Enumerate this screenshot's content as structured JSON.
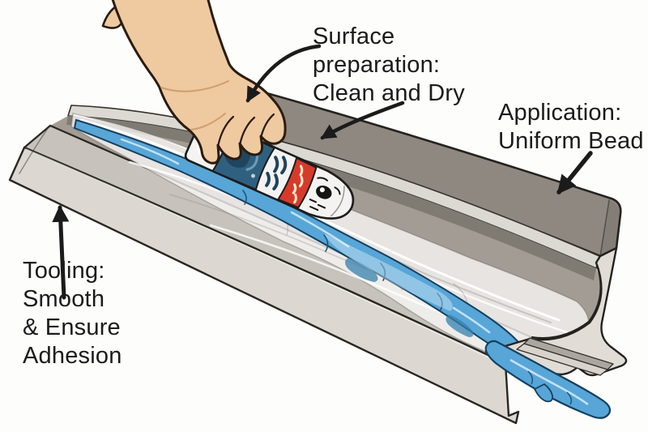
{
  "figure": {
    "description": "Cartoon illustration of a hand applying a bead of blue sealant from a cartridge into a long gray metal channel lined with protective film",
    "background": "#ffffff"
  },
  "annotations": {
    "surface_preparation": {
      "label": "Surface\npreparation:\nClean and Dry"
    },
    "application": {
      "label": "Application:\nUniform Bead"
    },
    "tooling": {
      "label": "Tooling:\nSmooth\n& Ensure\nAdhesion"
    }
  },
  "scene": {
    "parts": [
      "hand-holding-cartridge",
      "sealant-cartridge",
      "sealant-bead",
      "bead-end-blob",
      "channel-back-rail",
      "channel-lip",
      "channel-interior",
      "protective-film",
      "front-ledge",
      "channel-end-profile"
    ],
    "colors": {
      "bead_blue": "#57a6d7",
      "bead_outline": "#14405f",
      "bead_highlight": "#cfe8f7",
      "rail_gray": "#8e8881",
      "lip_light": "#dcd8d2",
      "body_beige": "#dcd8d1",
      "ledge_gray": "#c7c3bc",
      "skin": "#efc9a0",
      "outline_dark": "#25221e",
      "cartridge_white": "#f4f3f1",
      "cartridge_navy": "#30607f",
      "cartridge_red": "#d73a2b",
      "cartridge_mark_cream": "#f7eccb",
      "annotation_text": "#1b1b1b"
    }
  }
}
